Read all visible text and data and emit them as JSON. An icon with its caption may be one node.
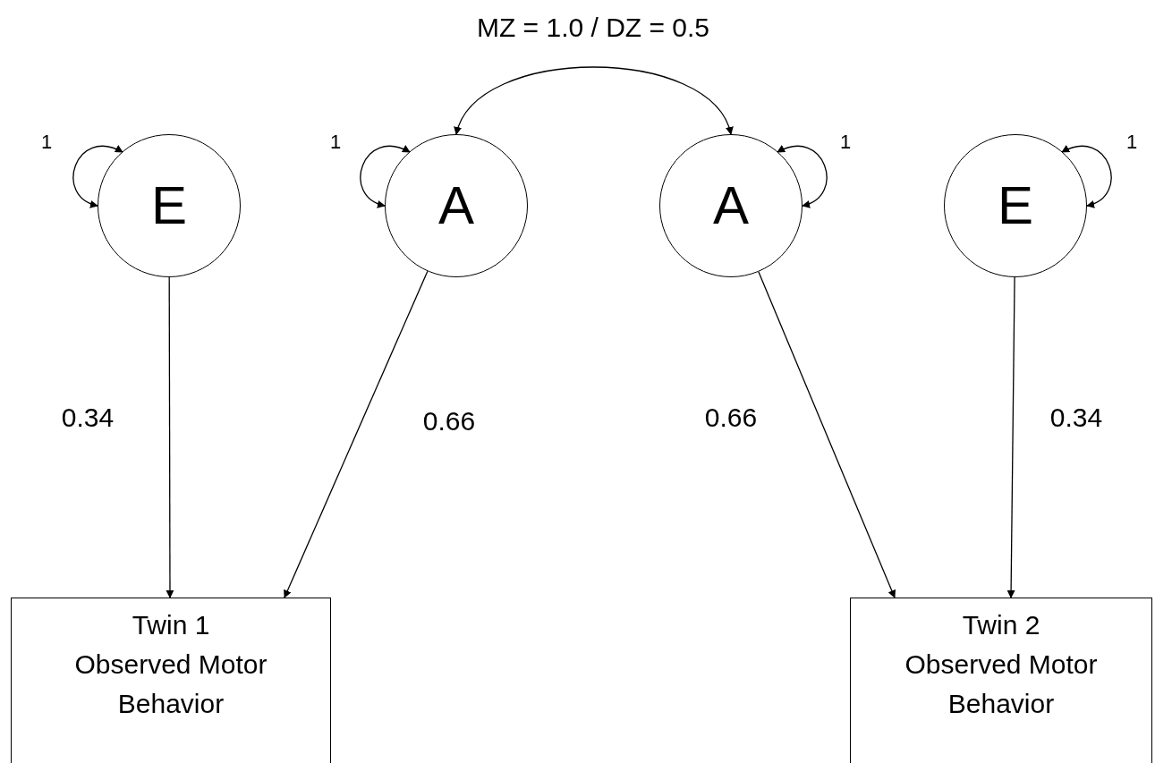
{
  "diagram": {
    "nodes": [
      {
        "text": [
          "E"
        ]
      },
      {
        "text": [
          "A"
        ]
      },
      {
        "text": [
          "A"
        ]
      },
      {
        "text": [
          "E"
        ]
      },
      {
        "text": [
          "Twin 1 Observed Motor Behavior"
        ]
      },
      {
        "text": [
          "Twin 2 Observed Motor Behavior"
        ]
      }
    ],
    "edges": [
      {
        "from": 0,
        "to": 0,
        "arrow": "both",
        "label": "1"
      },
      {
        "from": 1,
        "to": 1,
        "arrow": "both",
        "label": "1"
      },
      {
        "from": 2,
        "to": 2,
        "arrow": "both",
        "label": "1"
      },
      {
        "from": 3,
        "to": 3,
        "arrow": "both",
        "label": "1"
      },
      {
        "from": 1,
        "to": 2,
        "arrow": "both",
        "label": "MZ = 1.0 / DZ = 0.5"
      },
      {
        "from": 0,
        "to": 4,
        "arrow": "to",
        "label": "0.34"
      },
      {
        "from": 1,
        "to": 4,
        "arrow": "to",
        "label": "0.66"
      },
      {
        "from": 2,
        "to": 5,
        "arrow": "to",
        "label": "0.66"
      },
      {
        "from": 3,
        "to": 5,
        "arrow": "to",
        "label": "0.34"
      }
    ]
  }
}
